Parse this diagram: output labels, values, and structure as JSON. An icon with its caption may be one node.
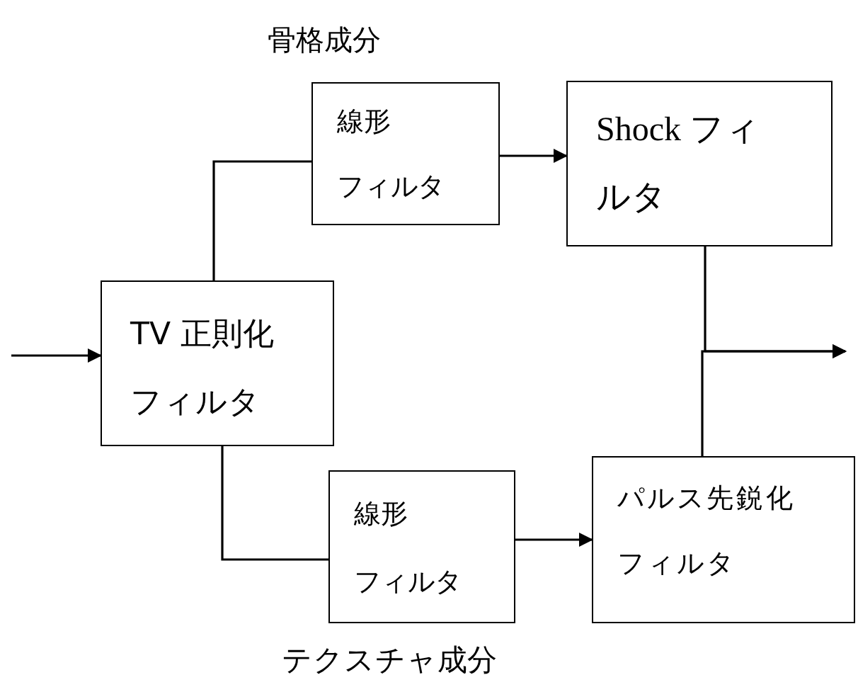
{
  "diagram": {
    "nodes": [
      {
        "text": [
          "線形",
          "フィルタ"
        ],
        "beside": [
          "骨格成分"
        ]
      },
      {
        "text": [
          "Shock フィルタ"
        ]
      },
      {
        "text": [
          "TV 正則化フィルタ"
        ]
      },
      {
        "text": [
          "線形",
          "フィルタ"
        ],
        "beside": [
          "テクスチャ成分"
        ]
      },
      {
        "text": [
          "パルス先鋭化フィルタ"
        ]
      }
    ],
    "edges": [
      {
        "from": null,
        "to": 2,
        "arrow": "to"
      },
      {
        "from": 2,
        "to": 0,
        "arrow": "none"
      },
      {
        "from": 0,
        "to": 1,
        "arrow": "to"
      },
      {
        "from": 2,
        "to": 3,
        "arrow": "none"
      },
      {
        "from": 3,
        "to": 4,
        "arrow": "to"
      },
      {
        "from": 1,
        "to": null,
        "arrow": "to"
      },
      {
        "from": 4,
        "to": null,
        "arrow": "to"
      }
    ]
  }
}
